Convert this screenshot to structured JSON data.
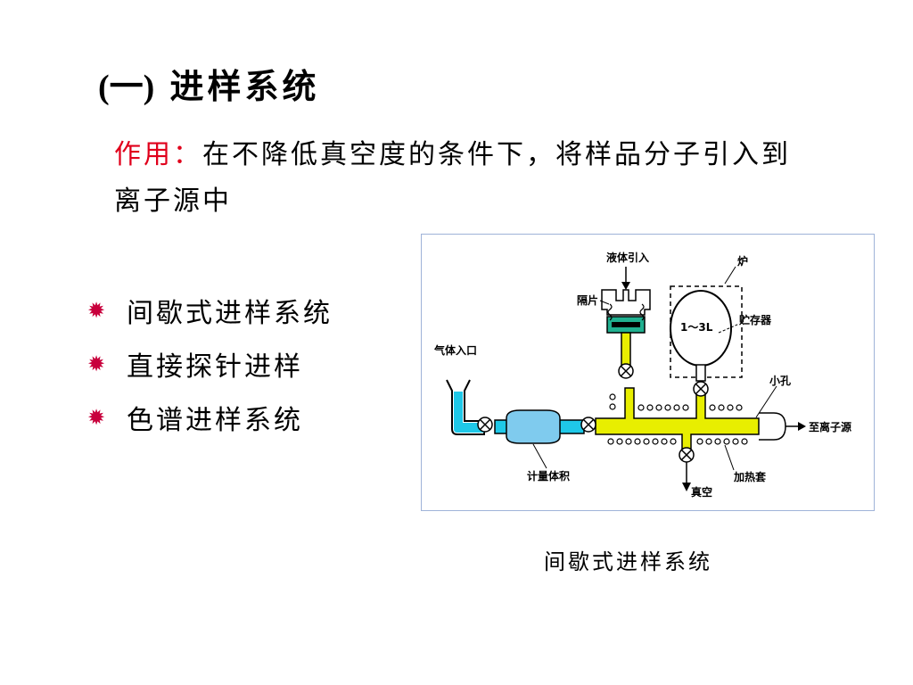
{
  "title": {
    "paren": "(一)",
    "text": "进样系统"
  },
  "purpose": {
    "label": "作用：",
    "text": "在不降低真空度的条件下，将样品分子引入到离子源中"
  },
  "bullets": [
    {
      "text": "间歇式进样系统",
      "icon": "asterisk-bullet-icon"
    },
    {
      "text": "直接探针进样",
      "icon": "asterisk-bullet-icon"
    },
    {
      "text": "色谱进样系统",
      "icon": "asterisk-bullet-icon"
    }
  ],
  "diagram": {
    "liquid_inlet": "液体引入",
    "furnace": "炉",
    "septum": "隔片",
    "volume": "1～3L",
    "reservoir": "贮存器",
    "gas_inlet": "气体入口",
    "pinhole": "小孔",
    "to_source": "至离子源",
    "meter_volume": "计量体积",
    "heating_jacket": "加热套",
    "vacuum": "真空"
  },
  "caption": "间歇式进样系统",
  "colors": {
    "accent_red": "#e0001b",
    "bullet": "#c8003c",
    "pipe_cyan": "#1fc8e8",
    "pipe_yellow": "#e8ee00",
    "metering_blue": "#7fcbee",
    "reservoir_fill": "#20b090"
  }
}
